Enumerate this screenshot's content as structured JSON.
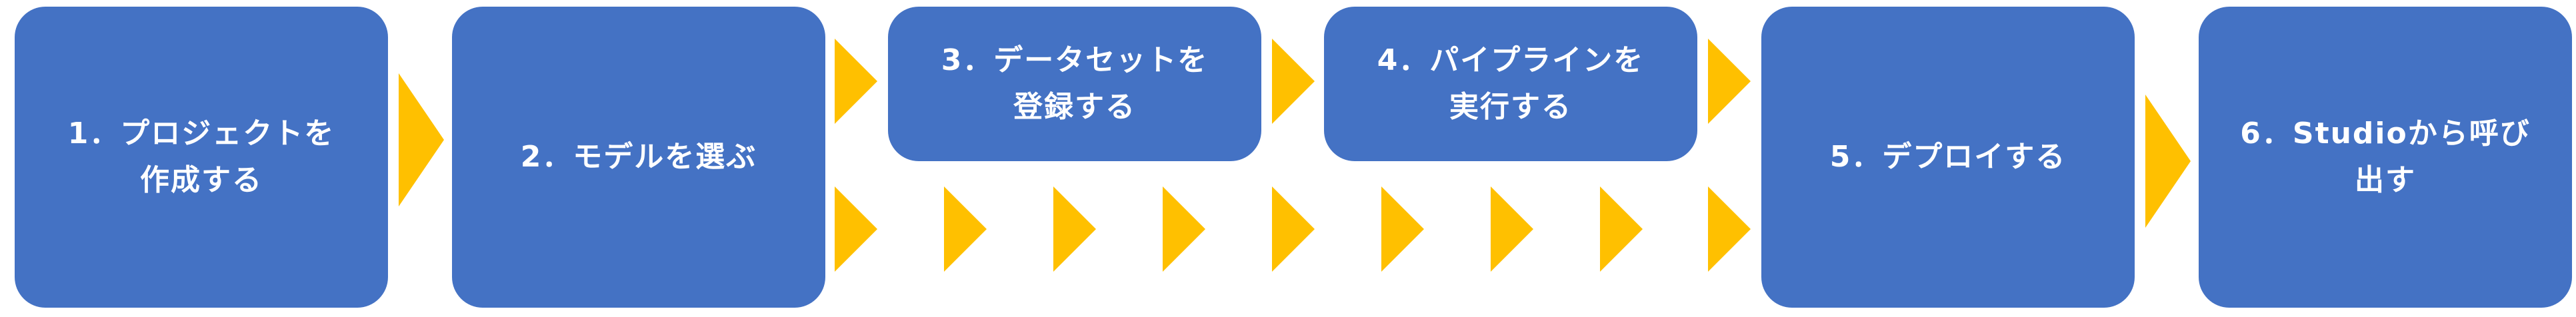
{
  "diagram": {
    "steps": [
      {
        "label": "1．プロジェクトを\n作成する"
      },
      {
        "label": "2．モデルを選ぶ"
      },
      {
        "label": "3．データセットを\n登録する"
      },
      {
        "label": "4．パイプラインを\n実行する"
      },
      {
        "label": "5．デプロイする"
      },
      {
        "label": "6．Studioから呼び\n出す"
      }
    ],
    "colors": {
      "box": "#4472C4",
      "text": "#FFFFFF",
      "arrow": "#FFC000"
    }
  }
}
